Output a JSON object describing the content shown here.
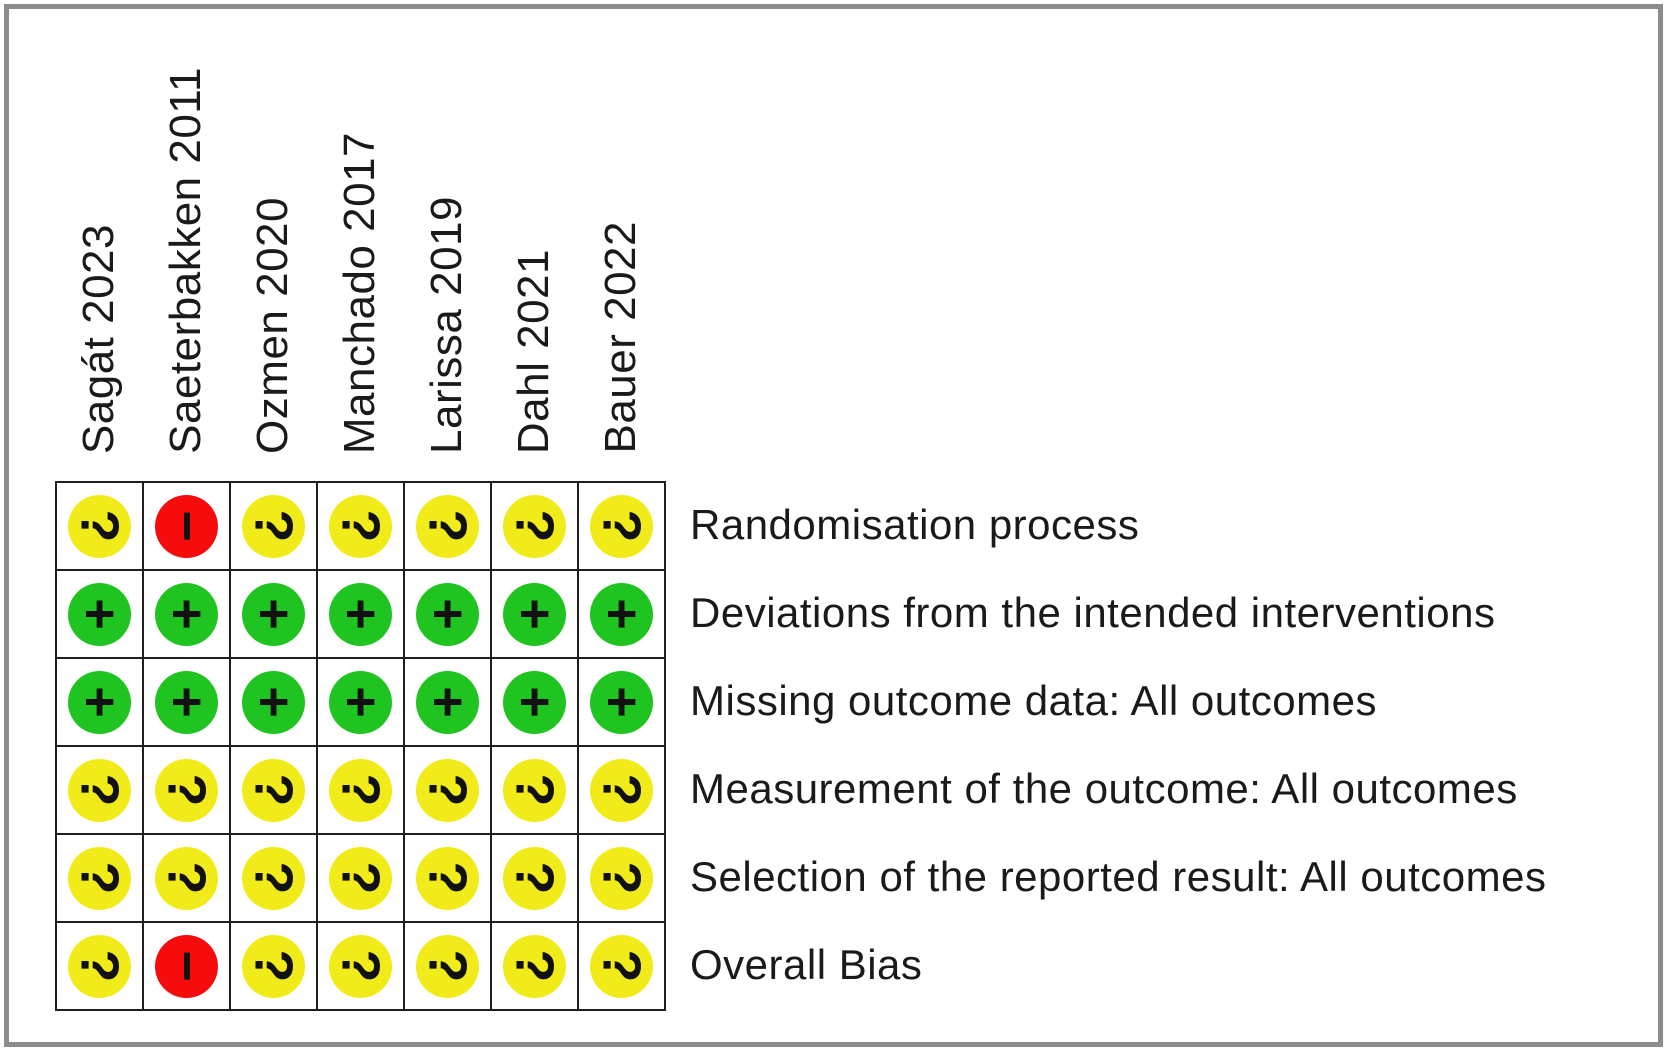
{
  "figure": {
    "frame_border_color": "#8c8c8c",
    "grid_line_color": "#1f1f1f",
    "text_color": "#1a1a1a",
    "background_color": "#ffffff"
  },
  "chart_data": {
    "type": "heatmap",
    "title": "",
    "columns": [
      "Sagát 2023",
      "Saeterbakken 2011",
      "Ozmen 2020",
      "Manchado 2017",
      "Larissa 2019",
      "Dahl 2021",
      "Bauer 2022"
    ],
    "rows": [
      "Randomisation process",
      "Deviations from the intended interventions",
      "Missing outcome data: All outcomes",
      "Measurement of the outcome: All outcomes",
      "Selection of the reported result: All outcomes",
      "Overall Bias"
    ],
    "values": [
      [
        "?",
        "-",
        "?",
        "?",
        "?",
        "?",
        "?"
      ],
      [
        "+",
        "+",
        "+",
        "+",
        "+",
        "+",
        "+"
      ],
      [
        "+",
        "+",
        "+",
        "+",
        "+",
        "+",
        "+"
      ],
      [
        "?",
        "?",
        "?",
        "?",
        "?",
        "?",
        "?"
      ],
      [
        "?",
        "?",
        "?",
        "?",
        "?",
        "?",
        "?"
      ],
      [
        "?",
        "-",
        "?",
        "?",
        "?",
        "?",
        "?"
      ]
    ],
    "display_symbols": {
      "+": "+",
      "?": "?",
      "-": "−"
    },
    "cell_colors": {
      "+": "#20c420",
      "?": "#f1eb1a",
      "-": "#f60c0c"
    },
    "symbol_color": "#111111",
    "layout": {
      "column_labels": "rotated 90° bottom-to-top, above grid",
      "row_labels": "right of grid",
      "grid": true,
      "legend_position": "none"
    }
  }
}
